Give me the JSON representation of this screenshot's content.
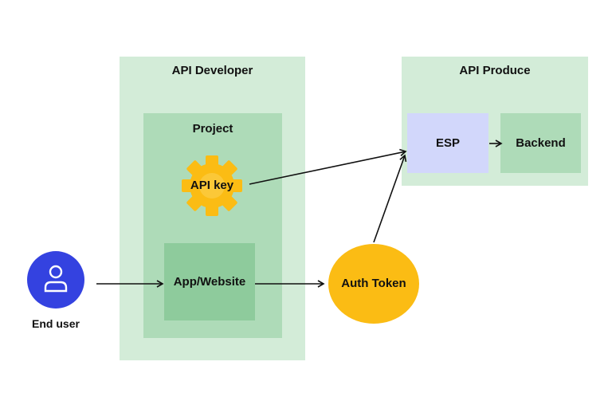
{
  "colors": {
    "developer_bg": "#d3ecd8",
    "project_bg": "#aedbb8",
    "app_bg": "#8ecb9c",
    "producer_bg": "#d3ecd8",
    "esp_bg": "#d2d7fb",
    "backend_bg": "#aedbb8",
    "user_circle": "#3442e0",
    "gear": "#fbbc14",
    "auth_token": "#fbbc14"
  },
  "developer": {
    "title": "API Developer",
    "project": {
      "title": "Project",
      "api_key_label": "API key",
      "app_label": "App/Website"
    }
  },
  "producer": {
    "title": "API Produce",
    "esp_label": "ESP",
    "backend_label": "Backend"
  },
  "end_user": {
    "label": "End user",
    "icon": "user-icon"
  },
  "auth_token": {
    "label": "Auth Token"
  }
}
